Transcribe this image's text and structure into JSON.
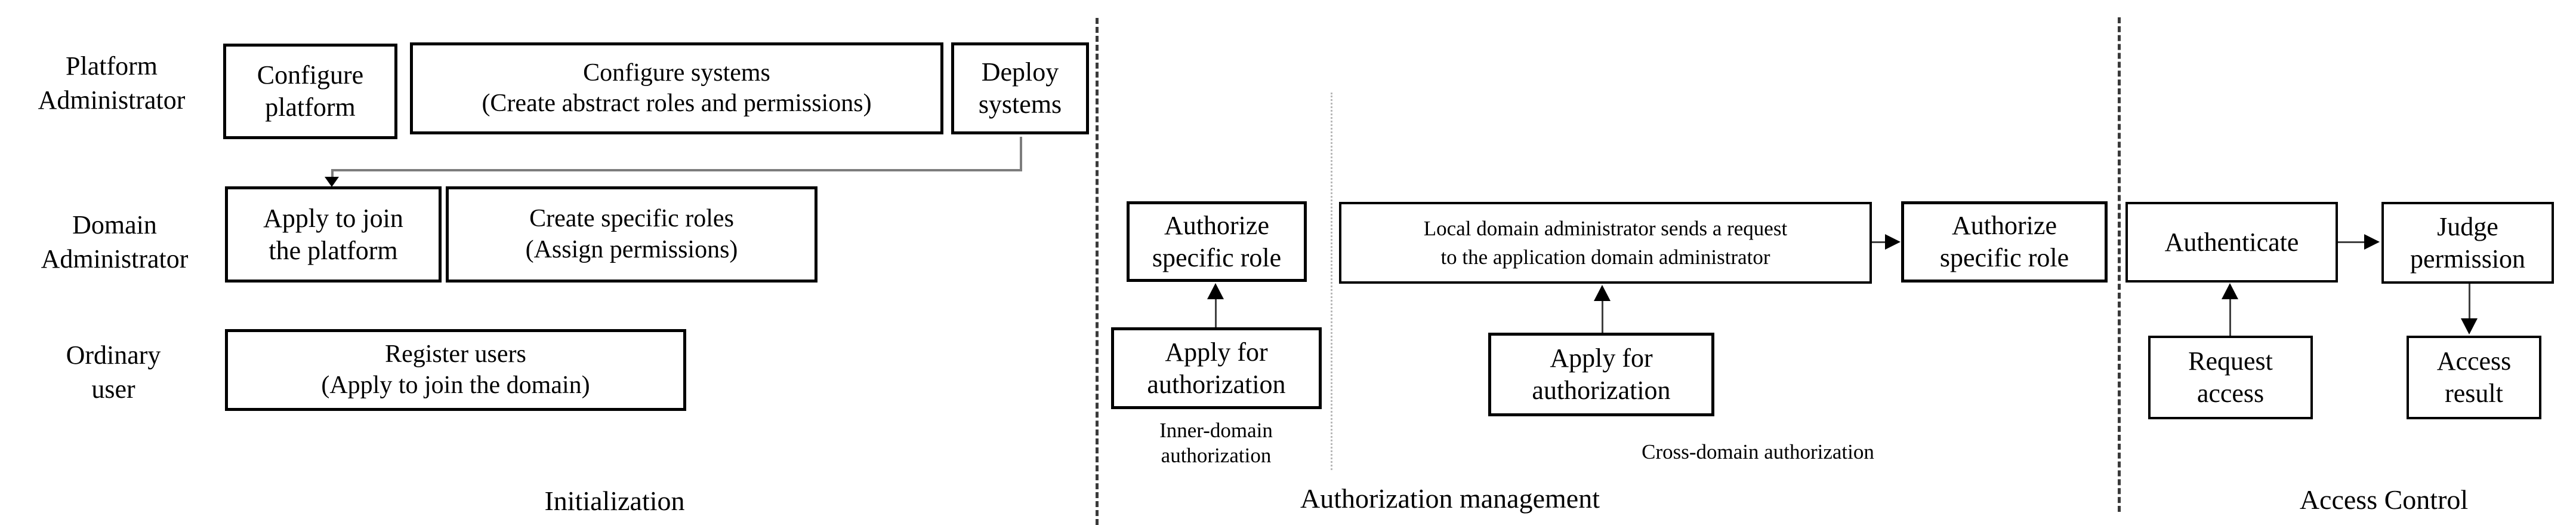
{
  "colors": {
    "background": "#ffffff",
    "box_border": "#000000",
    "text": "#000000",
    "connector": "#3f3f3f",
    "elbow_connector": "#7d7d7d",
    "dashed_separator": "#3a3a3a",
    "thin_separator": "#b8b8b8"
  },
  "row_labels": {
    "platform_admin": {
      "line1": "Platform",
      "line2": "Administrator"
    },
    "domain_admin": {
      "line1": "Domain",
      "line2": "Administrator"
    },
    "ordinary_user": {
      "line1": "Ordinary",
      "line2": "user"
    }
  },
  "boxes": {
    "configure_platform": {
      "line1": "Configure",
      "line2": "platform"
    },
    "configure_systems": {
      "line1": "Configure systems",
      "line2": "(Create abstract roles and permissions)"
    },
    "deploy_systems": {
      "line1": "Deploy",
      "line2": "systems"
    },
    "apply_join_platform": {
      "line1": "Apply to join",
      "line2": "the platform"
    },
    "create_specific_roles": {
      "line1": "Create specific roles",
      "line2": "(Assign permissions)"
    },
    "register_users": {
      "line1": "Register users",
      "line2": "(Apply to join the domain)"
    },
    "authorize_specific_role_inner": {
      "line1": "Authorize",
      "line2": "specific role"
    },
    "apply_authorization_inner": {
      "line1": "Apply for",
      "line2": "authorization"
    },
    "local_domain_request": {
      "line1": "Local domain administrator sends a request",
      "line2": "to the application domain administrator"
    },
    "apply_authorization_cross": {
      "line1": "Apply for",
      "line2": "authorization"
    },
    "authorize_specific_role_cross": {
      "line1": "Authorize",
      "line2": "specific role"
    },
    "authenticate": {
      "line1": "Authenticate"
    },
    "judge_permission": {
      "line1": "Judge",
      "line2": "permission"
    },
    "request_access": {
      "line1": "Request",
      "line2": "access"
    },
    "access_result": {
      "line1": "Access",
      "line2": "result"
    }
  },
  "sub_labels": {
    "inner_domain": {
      "line1": "Inner-domain",
      "line2": "authorization"
    },
    "cross_domain": {
      "label": "Cross-domain authorization"
    }
  },
  "section_labels": {
    "initialization": "Initialization",
    "authorization_management": "Authorization management",
    "access_control": "Access Control"
  }
}
